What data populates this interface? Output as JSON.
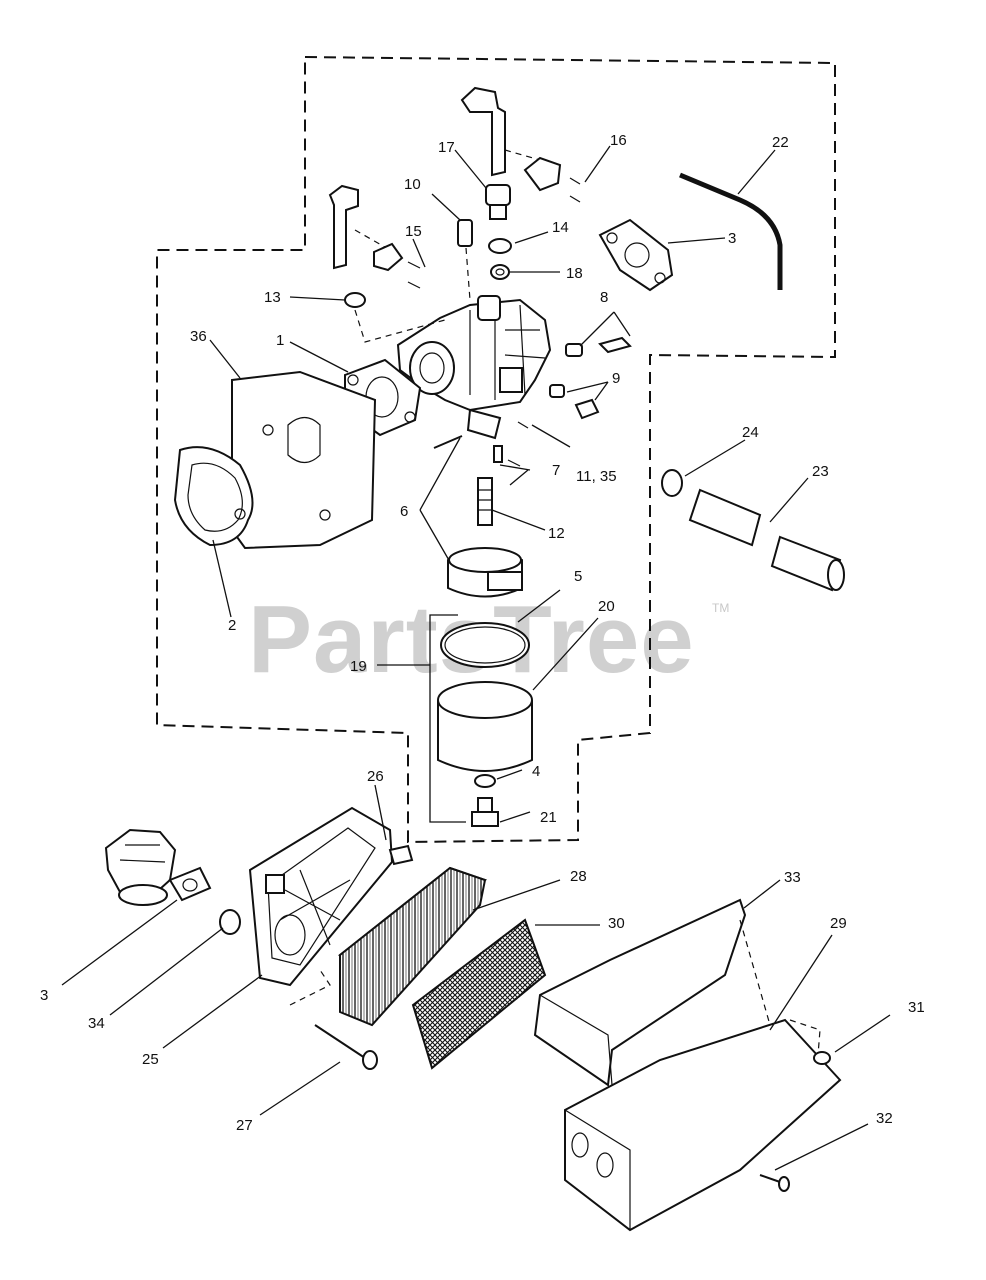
{
  "watermark": {
    "text": "PartsTree",
    "mark": "TM"
  },
  "callouts": [
    {
      "id": "c1",
      "text": "1"
    },
    {
      "id": "c2",
      "text": "2"
    },
    {
      "id": "c3a",
      "text": "3"
    },
    {
      "id": "c3b",
      "text": "3"
    },
    {
      "id": "c4",
      "text": "4"
    },
    {
      "id": "c5",
      "text": "5"
    },
    {
      "id": "c6",
      "text": "6"
    },
    {
      "id": "c7",
      "text": "7"
    },
    {
      "id": "c8",
      "text": "8"
    },
    {
      "id": "c9",
      "text": "9"
    },
    {
      "id": "c10",
      "text": "10"
    },
    {
      "id": "c11",
      "text": "11,  35"
    },
    {
      "id": "c12",
      "text": "12"
    },
    {
      "id": "c13",
      "text": "13"
    },
    {
      "id": "c14",
      "text": "14"
    },
    {
      "id": "c15",
      "text": "15"
    },
    {
      "id": "c16",
      "text": "16"
    },
    {
      "id": "c17",
      "text": "17"
    },
    {
      "id": "c18",
      "text": "18"
    },
    {
      "id": "c19",
      "text": "19"
    },
    {
      "id": "c20",
      "text": "20"
    },
    {
      "id": "c21",
      "text": "21"
    },
    {
      "id": "c22",
      "text": "22"
    },
    {
      "id": "c23",
      "text": "23"
    },
    {
      "id": "c24",
      "text": "24"
    },
    {
      "id": "c25",
      "text": "25"
    },
    {
      "id": "c26",
      "text": "26"
    },
    {
      "id": "c27",
      "text": "27"
    },
    {
      "id": "c28",
      "text": "28"
    },
    {
      "id": "c29",
      "text": "29"
    },
    {
      "id": "c30",
      "text": "30"
    },
    {
      "id": "c31",
      "text": "31"
    },
    {
      "id": "c32",
      "text": "32"
    },
    {
      "id": "c33",
      "text": "33"
    },
    {
      "id": "c34",
      "text": "34"
    },
    {
      "id": "c36",
      "text": "36"
    }
  ]
}
